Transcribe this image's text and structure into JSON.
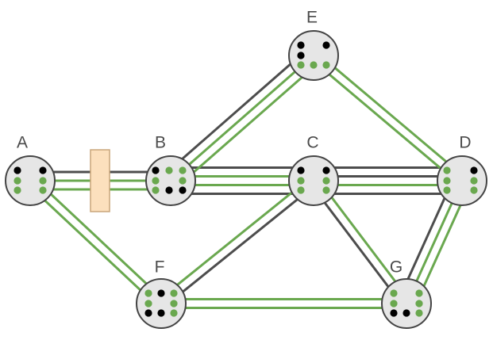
{
  "colors": {
    "background": "#ffffff",
    "node_fill": "#e6e6e6",
    "node_stroke": "#444444",
    "dark_link": "#4d4d4d",
    "green_link": "#6aa84f",
    "dark_dot": "#000000",
    "green_dot": "#6aa84f",
    "device_fill": "#fce0bd",
    "device_stroke": "#c9a67a",
    "label": "#4a4a4a"
  },
  "nodes": [
    {
      "id": "A",
      "label": "A"
    },
    {
      "id": "B",
      "label": "B"
    },
    {
      "id": "C",
      "label": "C"
    },
    {
      "id": "D",
      "label": "D"
    },
    {
      "id": "E",
      "label": "E"
    },
    {
      "id": "F",
      "label": "F"
    },
    {
      "id": "G",
      "label": "G"
    }
  ],
  "link_bundles": [
    {
      "from": "A",
      "to": "B",
      "links": [
        "dark",
        "green",
        "green"
      ]
    },
    {
      "from": "B",
      "to": "C",
      "links": [
        "dark",
        "green",
        "green",
        "dark"
      ]
    },
    {
      "from": "C",
      "to": "D",
      "links": [
        "dark",
        "dark",
        "green",
        "dark"
      ]
    },
    {
      "from": "B",
      "to": "E",
      "links": [
        "dark",
        "green",
        "green"
      ]
    },
    {
      "from": "E",
      "to": "D",
      "links": [
        "green",
        "green"
      ]
    },
    {
      "from": "A",
      "to": "F",
      "links": [
        "green",
        "green"
      ]
    },
    {
      "from": "F",
      "to": "C",
      "links": [
        "green",
        "dark"
      ]
    },
    {
      "from": "F",
      "to": "G",
      "links": [
        "green",
        "green"
      ]
    },
    {
      "from": "C",
      "to": "G",
      "links": [
        "green",
        "dark"
      ]
    },
    {
      "from": "G",
      "to": "D",
      "links": [
        "dark",
        "green",
        "green"
      ]
    }
  ],
  "devices": [
    {
      "id": "inline-device",
      "on_link": "A-B"
    }
  ]
}
